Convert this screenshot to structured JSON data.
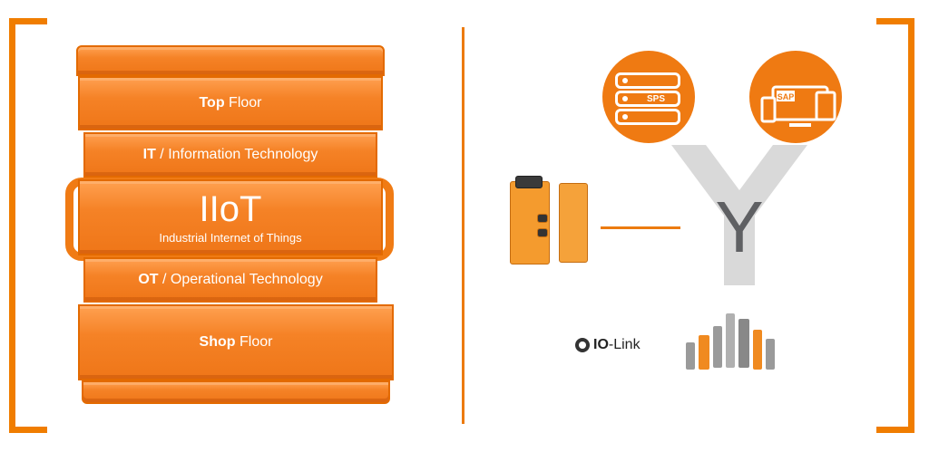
{
  "toolbox": {
    "top_floor": {
      "bold": "Top",
      "rest": " Floor"
    },
    "it": {
      "bold": "IT",
      "rest": " / Information Technology"
    },
    "iiot": {
      "title": "IIoT",
      "subtitle": "Industrial Internet of Things"
    },
    "ot": {
      "bold": "OT",
      "rest": " / Operational Technology"
    },
    "shop_floor": {
      "bold": "Shop",
      "rest": " Floor"
    }
  },
  "diagram": {
    "sps_label": "SPS",
    "sap_label": "SAP",
    "y_letter": "Y",
    "iolink": {
      "bold": "IO",
      "rest": "-Link"
    }
  },
  "colors": {
    "orange": "#f07d00",
    "gray": "#d9d9d9",
    "dark_gray": "#5f6063"
  }
}
